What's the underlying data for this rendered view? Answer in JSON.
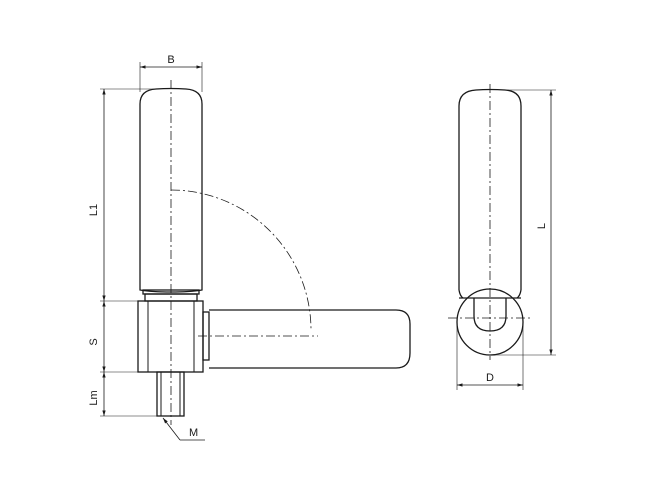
{
  "labels": {
    "B": "B",
    "L1": "L1",
    "S": "S",
    "Lm": "Lm",
    "M": "M",
    "L": "L",
    "D": "D"
  }
}
